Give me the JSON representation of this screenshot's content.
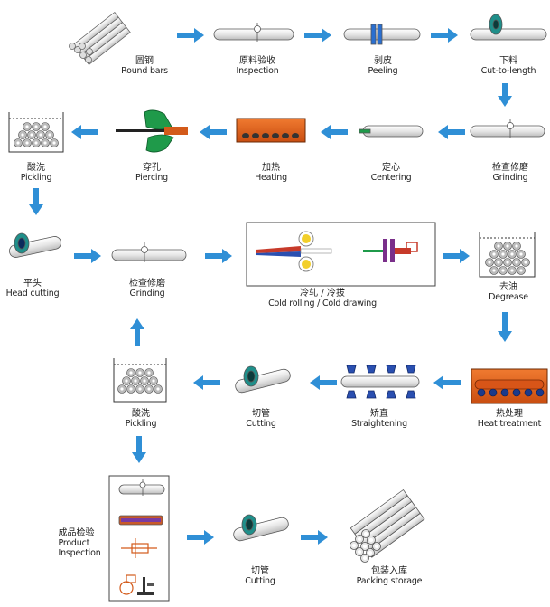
{
  "steps": {
    "round_bars": {
      "zh": "圆钢",
      "en": "Round bars"
    },
    "inspection": {
      "zh": "原料验收",
      "en": "Inspection"
    },
    "peeling": {
      "zh": "剥皮",
      "en": "Peeling"
    },
    "cut_to_length": {
      "zh": "下料",
      "en": "Cut-to-length"
    },
    "grinding_1": {
      "zh": "检查修磨",
      "en": "Grinding"
    },
    "centering": {
      "zh": "定心",
      "en": "Centering"
    },
    "heating": {
      "zh": "加热",
      "en": "Heating"
    },
    "piercing": {
      "zh": "穿孔",
      "en": "Piercing"
    },
    "pickling_1": {
      "zh": "酸洗",
      "en": "Pickling"
    },
    "head_cutting": {
      "zh": "平头",
      "en": "Head cutting"
    },
    "grinding_2": {
      "zh": "检查修磨",
      "en": "Grinding"
    },
    "cold_rolling": {
      "zh": "冷轧 / 冷拔",
      "en": "Cold rolling / Cold drawing"
    },
    "degrease": {
      "zh": "去油",
      "en": "Degrease"
    },
    "heat_treatment": {
      "zh": "热处理",
      "en": "Heat treatment"
    },
    "straightening": {
      "zh": "矫直",
      "en": "Straightening"
    },
    "cutting_1": {
      "zh": "切管",
      "en": "Cutting"
    },
    "pickling_2": {
      "zh": "酸洗",
      "en": "Pickling"
    },
    "product_inspection": {
      "zh": "成品检验",
      "en1": "Product",
      "en2": "Inspection"
    },
    "cutting_2": {
      "zh": "切管",
      "en": "Cutting"
    },
    "packing": {
      "zh": "包装入库",
      "en": "Packing storage"
    }
  },
  "colors": {
    "arrow": "#2f8fd6",
    "tube_fill": "#f2f2f2",
    "tube_stroke": "#555555",
    "heat_orange": "#e2641e",
    "pierce_green": "#1f9a4a",
    "disc_teal": "#1f8f8a",
    "roll_blue": "#2a4fb0"
  }
}
